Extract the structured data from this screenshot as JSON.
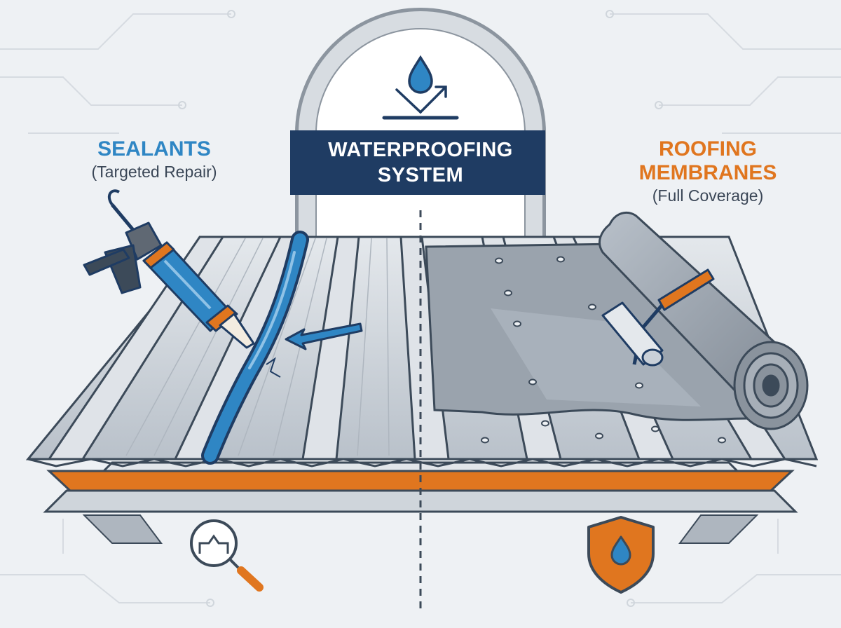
{
  "header": {
    "title_line1": "WATERPROOFING",
    "title_line2": "SYSTEM"
  },
  "left_panel": {
    "title": "SEALANTS",
    "subtitle": "(Targeted Repair)"
  },
  "right_panel": {
    "title_line1": "ROOFING",
    "title_line2": "MEMBRANES",
    "subtitle": "(Full Coverage)"
  },
  "icons": {
    "top": "water-repel-icon",
    "bottom_left": "magnifier-inspect-icon",
    "bottom_right": "shield-drop-icon"
  },
  "colors": {
    "background": "#eef1f4",
    "navy": "#1f3c63",
    "blue": "#2f86c4",
    "orange": "#e0761f",
    "steel": "#c9d0d8",
    "membrane": "#9aa3ad"
  }
}
